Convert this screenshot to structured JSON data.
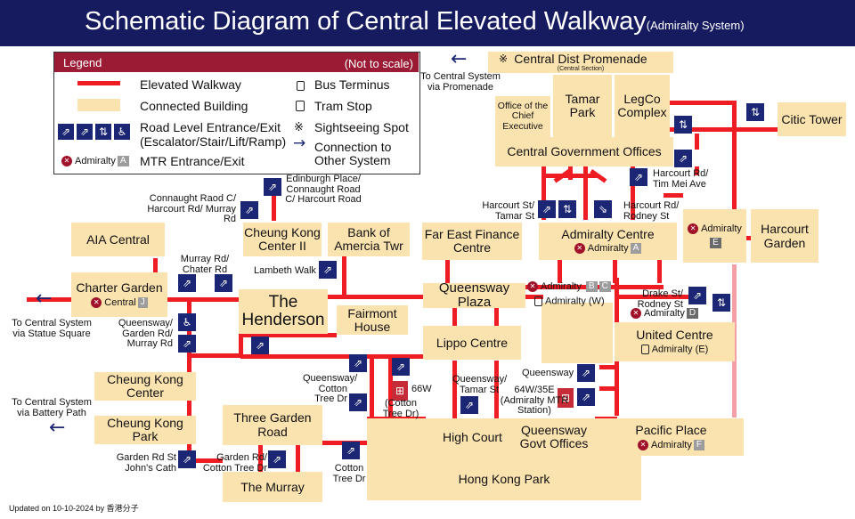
{
  "header": {
    "title": "Schematic Diagram of Central Elevated Walkway",
    "subtitle": "(Admiralty System)"
  },
  "legend": {
    "title": "Legend",
    "note": "(Not to scale)",
    "walkway": "Elevated Walkway",
    "building": "Connected Building",
    "entrance_line1": "Road Level Entrance/Exit",
    "entrance_line2": "(Escalator/Stair/Lift/Ramp)",
    "mtr_text": "Admiralty",
    "mtr_exit": "A",
    "mtr_label": "MTR Entrance/Exit",
    "bus": "Bus Terminus",
    "tram": "Tram Stop",
    "sight": "Sightseeing Spot",
    "conn_line1": "Connection to",
    "conn_line2": "Other System"
  },
  "buildings": {
    "promenade": "Central Dist Promenade",
    "promenade_sub": "(Central Section)",
    "office_ce": "Office of the Chief Executive",
    "tamar_park": "Tamar Park",
    "legco": "LegCo Complex",
    "citic": "Citic Tower",
    "cgo": "Central Government Offices",
    "aia": "AIA Central",
    "ck2": "Cheung Kong Center II",
    "boa": "Bank of Amercia Twr",
    "fefc": "Far East Finance Centre",
    "admiralty_centre": "Admiralty Centre",
    "harcourt_garden": "Harcourt Garden",
    "charter_garden": "Charter Garden",
    "henderson": "The Henderson",
    "fairmont": "Fairmont House",
    "queensway_plaza": "Queensway Plaza",
    "lippo": "Lippo Centre",
    "united_centre": "United Centre",
    "ckc": "Cheung Kong Center",
    "ckp": "Cheung Kong Park",
    "tgr": "Three Garden Road",
    "murray": "The Murray",
    "high_court": "High Court",
    "qgo": "Queensway Govt Offices",
    "pacific_place": "Pacific Place",
    "hk_park": "Hong Kong Park"
  },
  "mtr": {
    "central": "Central",
    "central_exit": "J",
    "admiralty": "Admiralty",
    "exit_a": "A",
    "exit_b": "B",
    "exit_c": "C",
    "exit_d": "D",
    "exit_e": "E",
    "exit_f": "F"
  },
  "bus": {
    "admiralty_w": "Admiralty (W)",
    "admiralty_e": "Admiralty (E)"
  },
  "labels": {
    "to_promenade": "To Central System via Promenade",
    "to_statue": "To Central System via Statue Square",
    "to_battery": "To Central System via Battery Path",
    "edinburgh": "Edinburgh Place/ Connaught Road C/ Harcourt Road",
    "connaught": "Connaught Raod C/ Harcourt Rd/ Murray Rd",
    "lambeth": "Lambeth Walk",
    "murray_chater": "Murray Rd/ Chater Rd",
    "queensway_garden": "Queensway/ Garden Rd/ Murray Rd",
    "harcourt_tamar": "Harcourt St/ Tamar St",
    "harcourt_timmei": "Harcourt Rd/ Tim Mei Ave",
    "harcourt_rodney": "Harcourt Rd/ Rodney St",
    "drake": "Drake St/ Rodney St",
    "queensway_ctd": "Queensway/ Cotton Tree Dr",
    "tram_66w": "66W",
    "cotton_tree_paren": "(Cotton Tree Dr)",
    "queensway_tamar": "Queensway/ Tamar St",
    "queensway": "Queensway",
    "admiralty_mtr_station": "64W/35E (Admiralty MTR Station)",
    "garden_stjohns": "Garden Rd St John's Cath",
    "garden_ctd": "Garden Rd/ Cotton Tree Dr",
    "cotton_tree_dr": "Cotton Tree Dr"
  },
  "footer": "Updated on 10-10-2024 by 香港分子",
  "colors": {
    "walkway": "#ee1d23",
    "building": "#fbe3b0",
    "header": "#161a5e",
    "icon": "#1b2774",
    "mtr": "#a0122a"
  }
}
